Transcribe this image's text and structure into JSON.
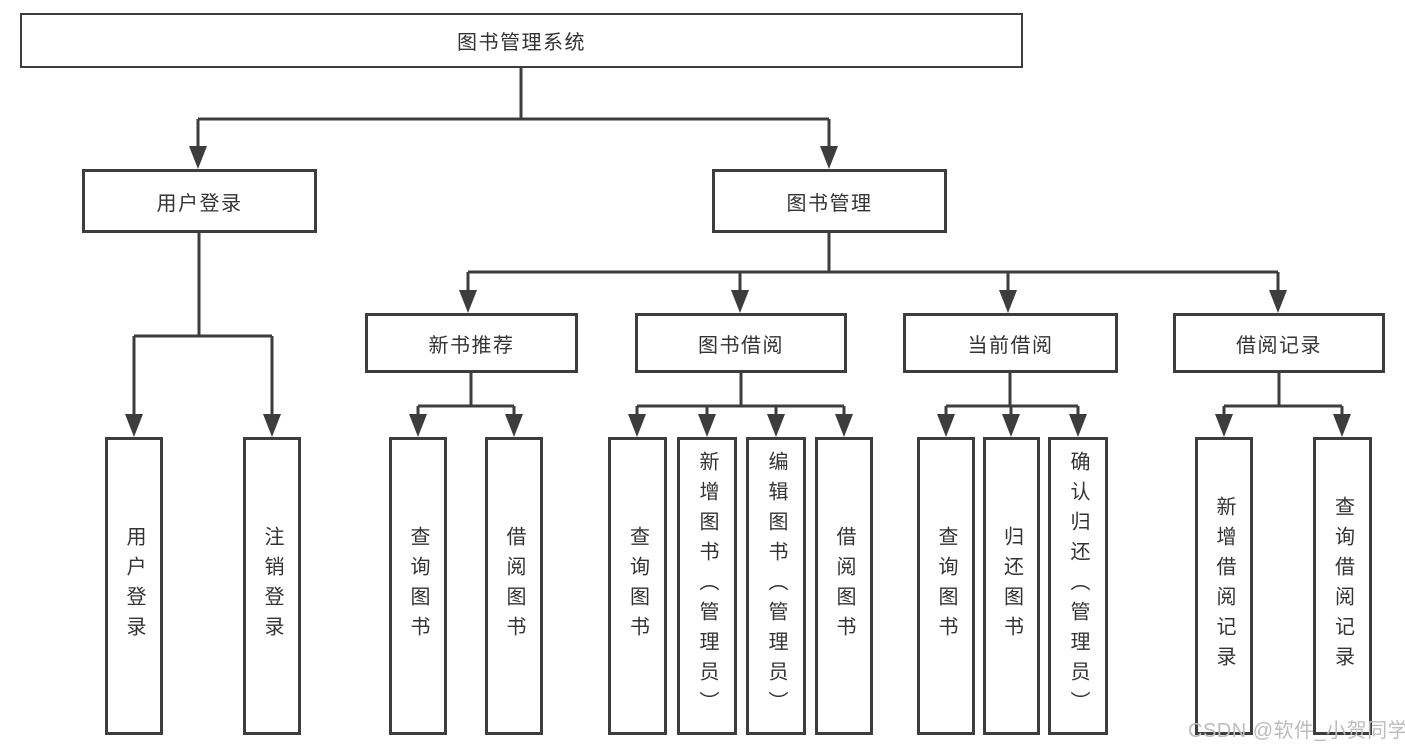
{
  "diagram": {
    "root_label": "图书管理系统",
    "branches": [
      {
        "label": "用户登录",
        "children": [
          {
            "label": "用户登录"
          },
          {
            "label": "注销登录"
          }
        ]
      },
      {
        "label": "图书管理",
        "children": [
          {
            "label": "新书推荐",
            "children": [
              {
                "label": "查询图书"
              },
              {
                "label": "借阅图书"
              }
            ]
          },
          {
            "label": "图书借阅",
            "children": [
              {
                "label": "查询图书"
              },
              {
                "label": "新增图书（管理员）"
              },
              {
                "label": "编辑图书（管理员）"
              },
              {
                "label": "借阅图书"
              }
            ]
          },
          {
            "label": "当前借阅",
            "children": [
              {
                "label": "查询图书"
              },
              {
                "label": "归还图书"
              },
              {
                "label": "确认归还（管理员）"
              }
            ]
          },
          {
            "label": "借阅记录",
            "children": [
              {
                "label": "新增借阅记录"
              },
              {
                "label": "查询借阅记录"
              }
            ]
          }
        ]
      }
    ],
    "watermark": "CSDN @软件_小贺同学",
    "colors": {
      "line": "#3d3d3d",
      "text": "#333333",
      "watermark": "#bcbcbc",
      "background": "#ffffff"
    }
  }
}
